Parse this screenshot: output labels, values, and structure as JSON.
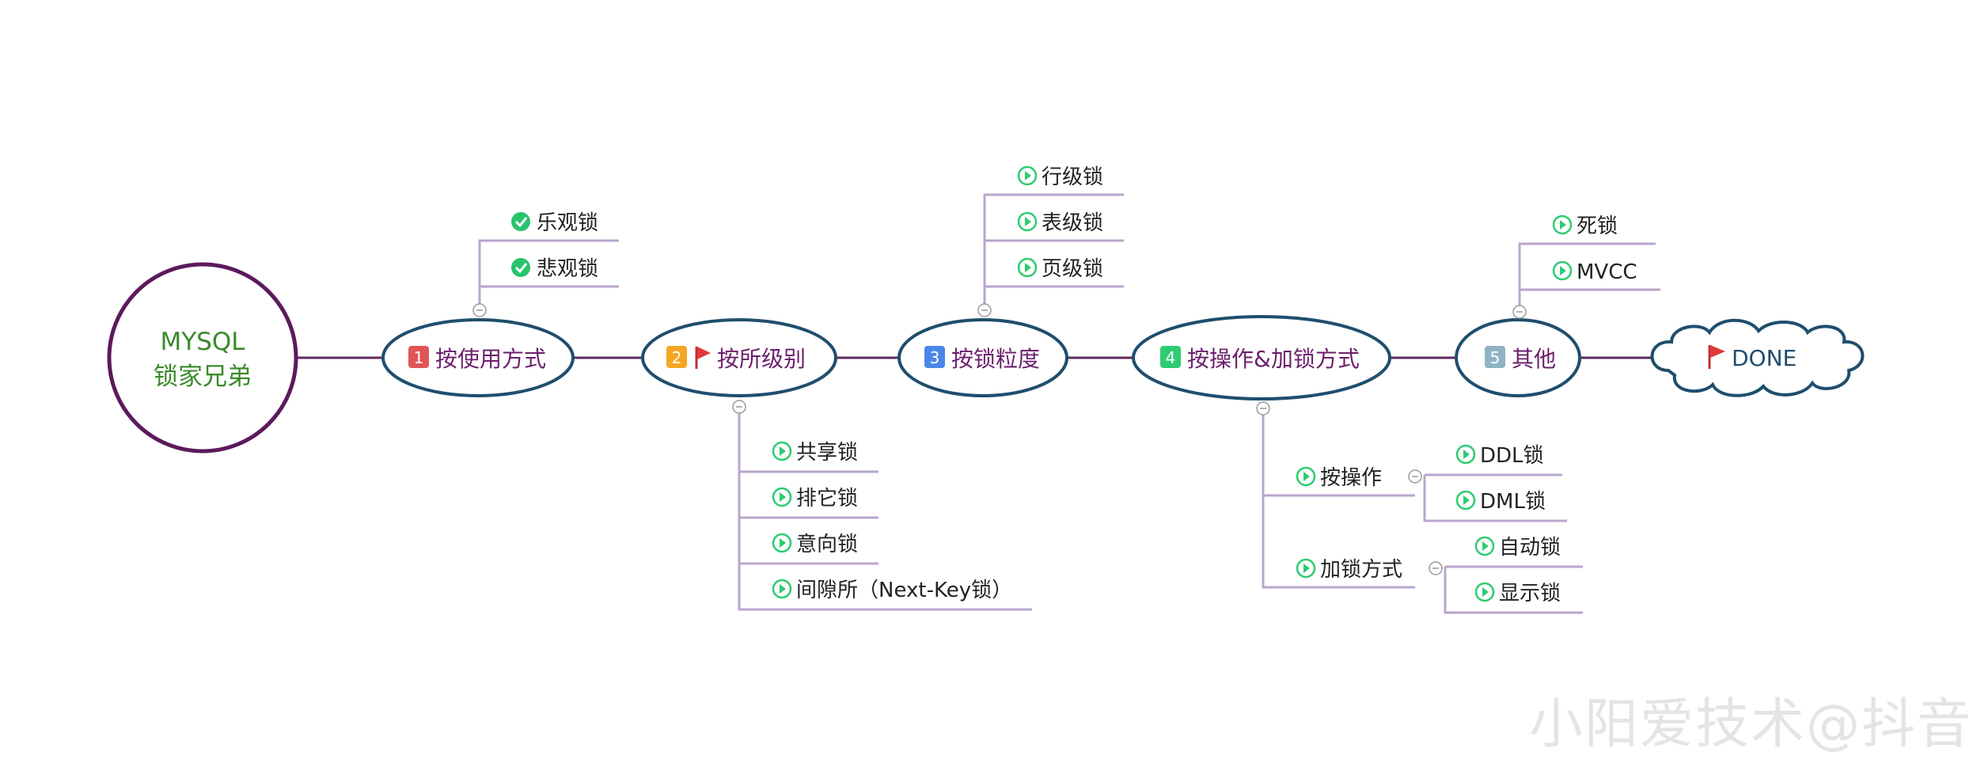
{
  "root": {
    "line1": "MYSQL",
    "line2": "锁家兄弟"
  },
  "branches": [
    {
      "id": "usage",
      "num": "1",
      "num_color": "#e05555",
      "flag": false,
      "label": "按使用方式",
      "children": [
        {
          "label": "乐观锁",
          "icon": "check-circle-icon"
        },
        {
          "label": "悲观锁",
          "icon": "check-circle-icon"
        }
      ]
    },
    {
      "id": "level",
      "num": "2",
      "num_color": "#f5a623",
      "flag": true,
      "label": "按所级别",
      "children": [
        {
          "label": "共享锁",
          "icon": "play-circle-icon"
        },
        {
          "label": "排它锁",
          "icon": "play-circle-icon"
        },
        {
          "label": "意向锁",
          "icon": "play-circle-icon"
        },
        {
          "label": "间隙所（Next-Key锁）",
          "icon": "play-circle-icon"
        }
      ]
    },
    {
      "id": "granularity",
      "num": "3",
      "num_color": "#4a86e8",
      "flag": false,
      "label": "按锁粒度",
      "children": [
        {
          "label": "行级锁",
          "icon": "play-circle-icon"
        },
        {
          "label": "表级锁",
          "icon": "play-circle-icon"
        },
        {
          "label": "页级锁",
          "icon": "play-circle-icon"
        }
      ]
    },
    {
      "id": "operation",
      "num": "4",
      "num_color": "#2ecc71",
      "flag": false,
      "label": "按操作&加锁方式",
      "children": [
        {
          "label": "按操作",
          "icon": "play-circle-icon",
          "children": [
            {
              "label": "DDL锁",
              "icon": "play-circle-icon"
            },
            {
              "label": "DML锁",
              "icon": "play-circle-icon"
            }
          ]
        },
        {
          "label": "加锁方式",
          "icon": "play-circle-icon",
          "children": [
            {
              "label": "自动锁",
              "icon": "play-circle-icon"
            },
            {
              "label": "显示锁",
              "icon": "play-circle-icon"
            }
          ]
        }
      ]
    },
    {
      "id": "other",
      "num": "5",
      "num_color": "#8fb3c4",
      "flag": false,
      "label": "其他",
      "children": [
        {
          "label": "死锁",
          "icon": "play-circle-icon"
        },
        {
          "label": "MVCC",
          "icon": "play-circle-icon"
        }
      ]
    }
  ],
  "done": {
    "label": "DONE",
    "icon": "red-flag-icon"
  },
  "watermark": "小阳爱技术@抖音",
  "colors": {
    "root_border": "#5c1a5c",
    "root_text": "#3a8a2a",
    "branch_border": "#1f4e6e",
    "branch_text": "#6b1f6b",
    "main_line": "#5c2a5c",
    "child_line": "#b8a6cc",
    "check": "#27c46b",
    "play": "#2ecc71",
    "flag": "#e03a3a"
  }
}
